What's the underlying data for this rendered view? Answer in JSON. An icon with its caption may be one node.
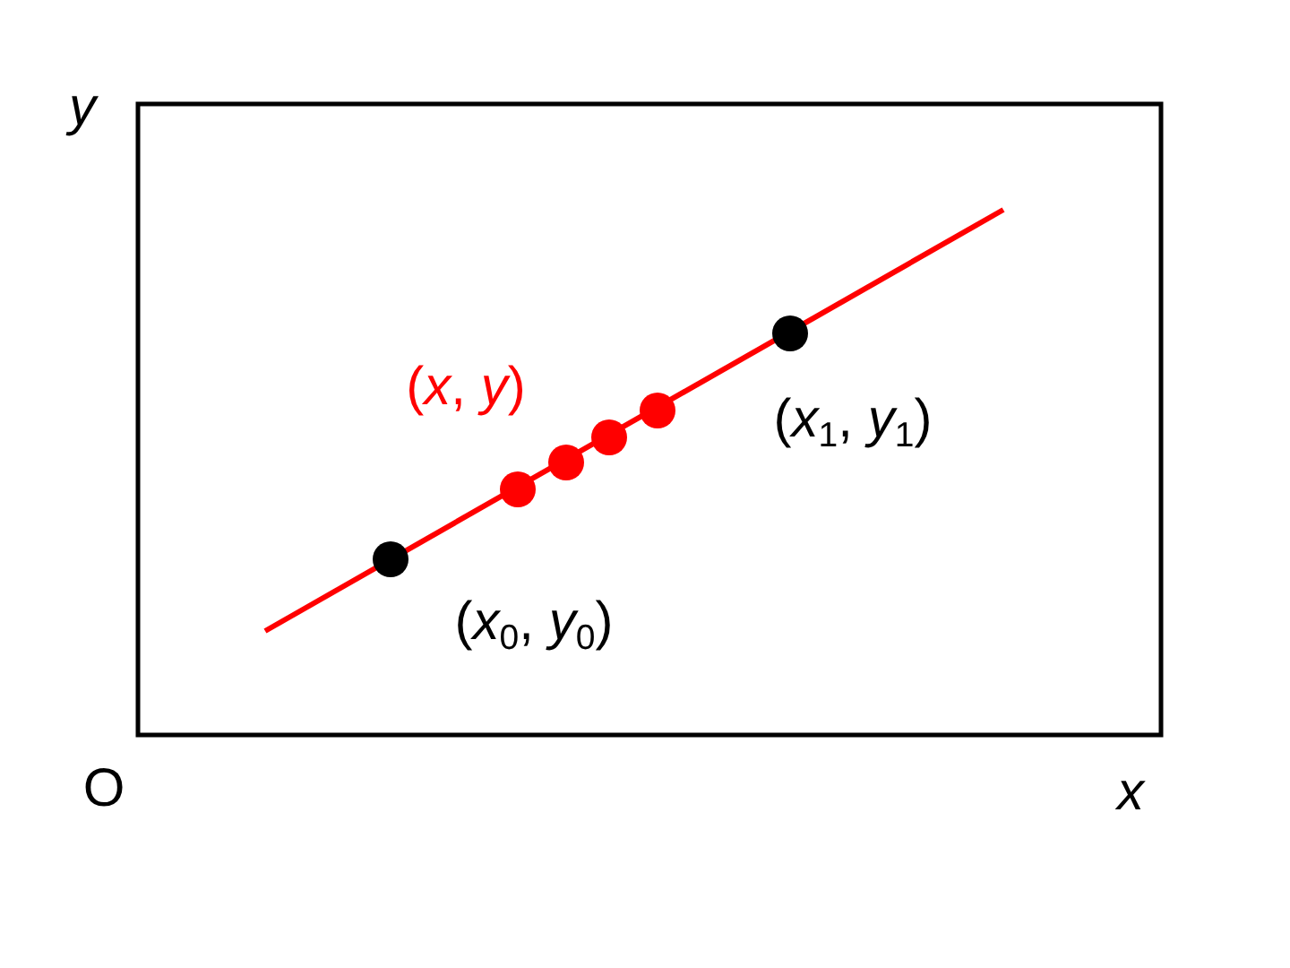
{
  "diagram": {
    "labels": [
      "y",
      "O",
      "x",
      "(*x*, *y*)",
      "(*x*$_{1}$, *y*$_{1}$)",
      "(*x*$_{0}$, *y*$_{0}$)"
    ]
  }
}
